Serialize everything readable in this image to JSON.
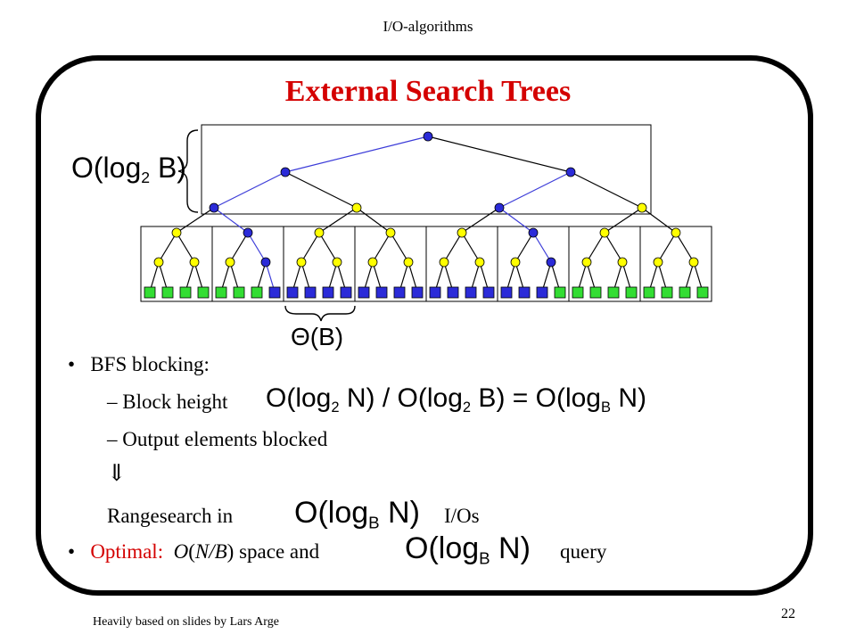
{
  "header": {
    "course": "I/O-algorithms"
  },
  "slide": {
    "title": "External Search Trees",
    "bullets": {
      "bfs": "BFS blocking:",
      "block_height": "Block height",
      "output_blocked": "Output elements blocked",
      "implies_arrow": "⇓",
      "rangesearch": "Rangesearch in",
      "ios": "I/Os",
      "optimal": "Optimal:",
      "space_o": "O",
      "space_paren_open": "(",
      "space_nb": "N/B",
      "space_paren_close": ")",
      "space_text": " space and",
      "query": "query"
    },
    "math": {
      "block_height_left": "O(log",
      "block_height_left_sub": "2",
      "block_height_left_end": " N) / O(log",
      "block_height_mid_sub": "2",
      "block_height_mid_end": " B) = O(log",
      "block_height_right_sub": "B",
      "block_height_right_end": " N)",
      "top_brace_label": "O(log",
      "top_brace_sub": "2",
      "top_brace_end": " B)",
      "bottom_brace_label": "Θ(B)",
      "range_left": "O(log",
      "range_sub": "B",
      "range_end": " N)",
      "query_left": "O(log",
      "query_sub": "B",
      "query_end": " N)"
    }
  },
  "footer": {
    "credit": "Heavily based on slides by Lars Arge",
    "page_number": "22"
  },
  "colors": {
    "blue_node": "#2b2bd8",
    "yellow_node": "#ffff00",
    "green_leaf": "#33dd33",
    "blue_edge": "#3b3bd8",
    "title_red": "#d40000"
  }
}
